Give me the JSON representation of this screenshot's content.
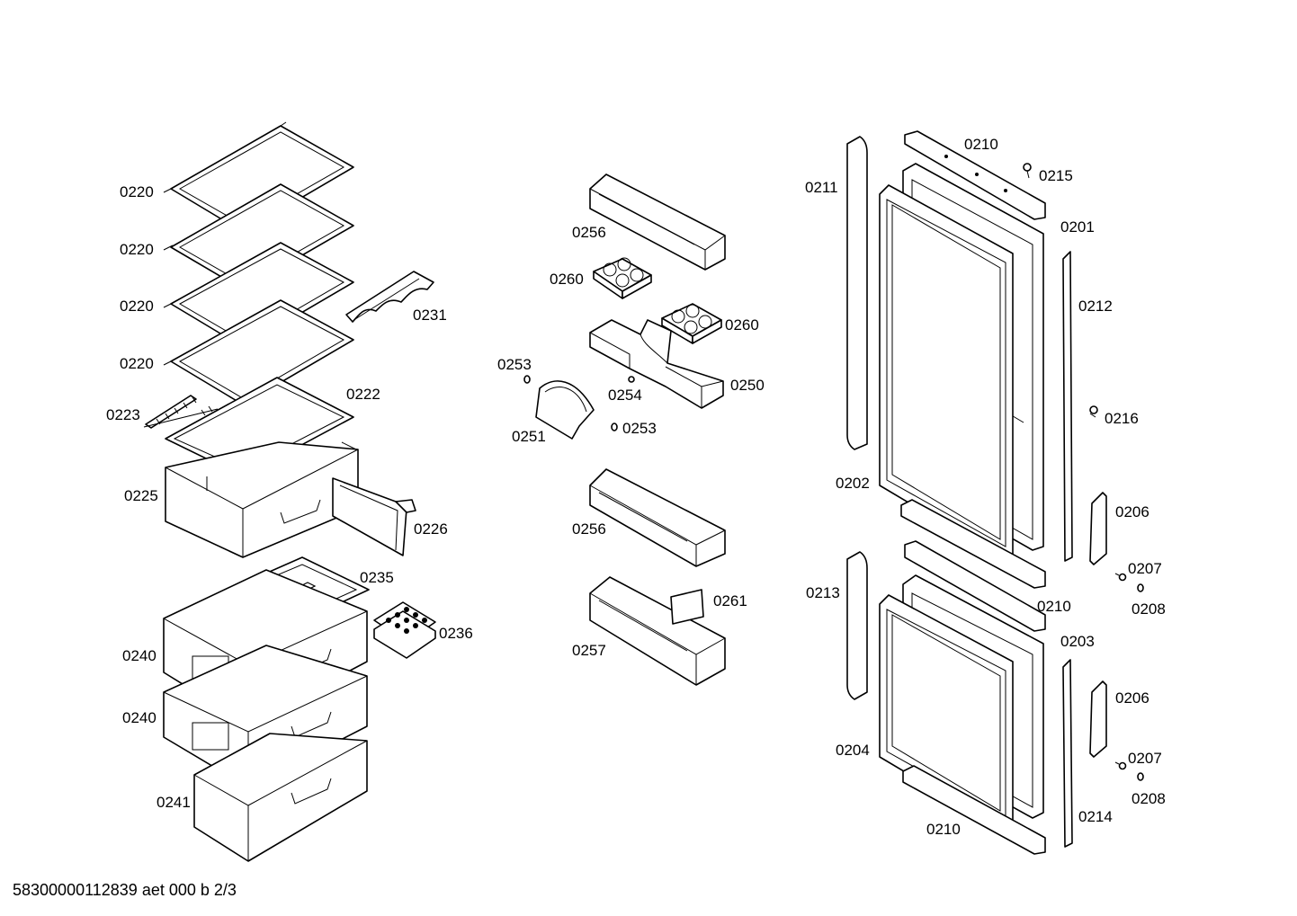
{
  "labels": {
    "l0220a": "0220",
    "l0220b": "0220",
    "l0220c": "0220",
    "l0220d": "0220",
    "l0223": "0223",
    "l0222": "0222",
    "l0231": "0231",
    "l0225": "0225",
    "l0226": "0226",
    "l0235": "0235",
    "l0236": "0236",
    "l0240a": "0240",
    "l0240b": "0240",
    "l0241": "0241",
    "l0256a": "0256",
    "l0260a": "0260",
    "l0260b": "0260",
    "l0253a": "0253",
    "l0254": "0254",
    "l0250": "0250",
    "l0251": "0251",
    "l0253b": "0253",
    "l0256b": "0256",
    "l0261": "0261",
    "l0257": "0257",
    "l0210a": "0210",
    "l0215": "0215",
    "l0211": "0211",
    "l0201": "0201",
    "l0212": "0212",
    "l0216": "0216",
    "l0202": "0202",
    "l0206a": "0206",
    "l0207a": "0207",
    "l0208a": "0208",
    "l0213": "0213",
    "l0210b": "0210",
    "l0203": "0203",
    "l0206b": "0206",
    "l0204": "0204",
    "l0207b": "0207",
    "l0208b": "0208",
    "l0214": "0214",
    "l0210c": "0210"
  },
  "footer": "58300000112839 aet 000 b 2/3"
}
